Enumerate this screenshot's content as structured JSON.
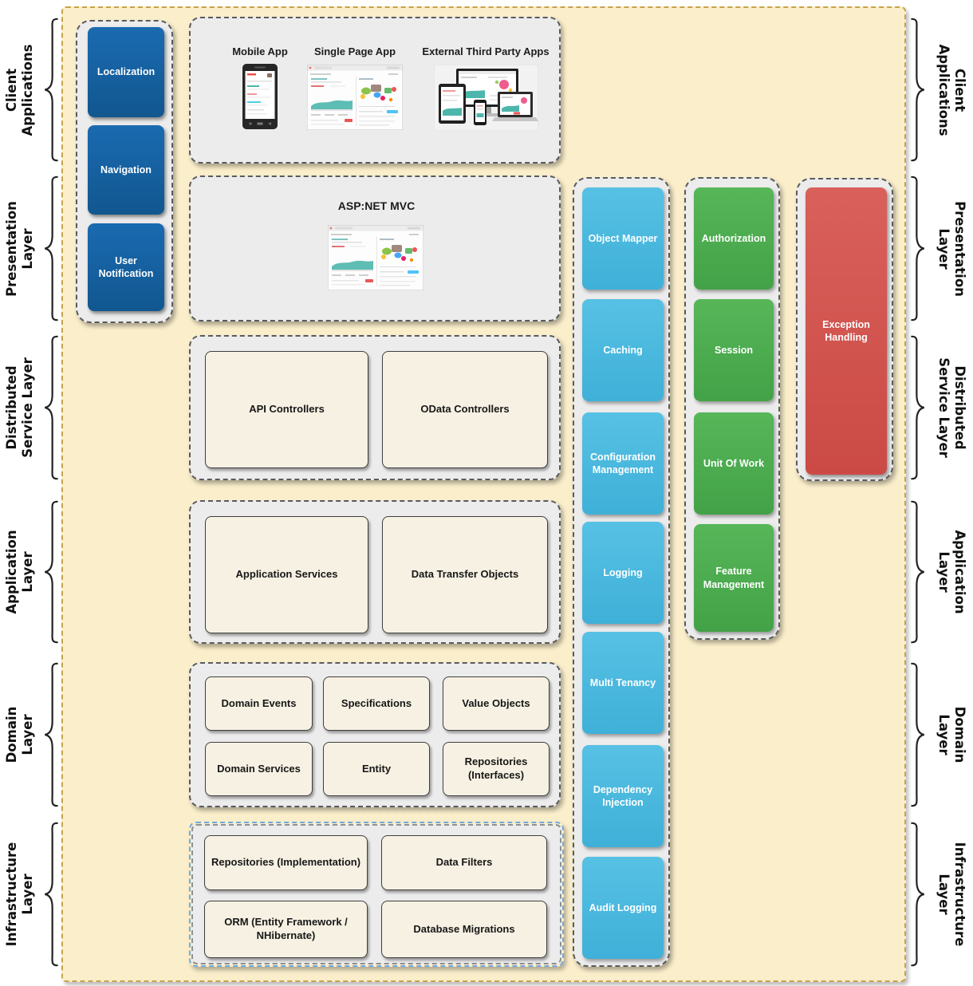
{
  "side_labels": [
    {
      "label": "Client\nApplications"
    },
    {
      "label": "Presentation\nLayer"
    },
    {
      "label": "Distributed\nService Layer"
    },
    {
      "label": "Application\nLayer"
    },
    {
      "label": "Domain\nLayer"
    },
    {
      "label": "Infrastructure\nLayer"
    }
  ],
  "sidebar": {
    "items": [
      {
        "label": "Localization"
      },
      {
        "label": "Navigation"
      },
      {
        "label": "User Notification"
      }
    ]
  },
  "client_apps": {
    "captions": [
      {
        "label": "Mobile App",
        "image": "mobile-phone-screenshot"
      },
      {
        "label": "Single Page App",
        "image": "dashboard-screenshot"
      },
      {
        "label": "External Third Party Apps",
        "image": "multi-device-screenshot"
      }
    ]
  },
  "presentation": {
    "title": "ASP:NET MVC",
    "image": "dashboard-screenshot"
  },
  "distributed_service": {
    "boxes": [
      {
        "label": "API Controllers"
      },
      {
        "label": "OData Controllers"
      }
    ]
  },
  "application_layer": {
    "boxes": [
      {
        "label": "Application Services"
      },
      {
        "label": "Data Transfer Objects"
      }
    ]
  },
  "domain_layer": {
    "boxes": [
      {
        "label": "Domain Events"
      },
      {
        "label": "Specifications"
      },
      {
        "label": "Value Objects"
      },
      {
        "label": "Domain Services"
      },
      {
        "label": "Entity"
      },
      {
        "label": "Repositories (Interfaces)"
      }
    ]
  },
  "infrastructure_layer": {
    "boxes": [
      {
        "label": "Repositories (Implementation)"
      },
      {
        "label": "Data Filters"
      },
      {
        "label": "ORM (Entity Framework / NHibernate)"
      },
      {
        "label": "Database Migrations"
      }
    ]
  },
  "cross_cutting": {
    "blue_boxes": [
      {
        "label": "Object Mapper"
      },
      {
        "label": "Caching"
      },
      {
        "label": "Configuration Management"
      },
      {
        "label": "Logging"
      },
      {
        "label": "Multi Tenancy"
      },
      {
        "label": "Dependency Injection"
      },
      {
        "label": "Audit Logging"
      }
    ],
    "green_boxes": [
      {
        "label": "Authorization"
      },
      {
        "label": "Session"
      },
      {
        "label": "Unit Of Work"
      },
      {
        "label": "Feature Management"
      }
    ],
    "red_boxes": [
      {
        "label": "Exception Handling"
      }
    ]
  },
  "colors": {
    "board_bg": "#FBEFCB",
    "board_border": "#C7A24B",
    "panel_bg": "#ECECEC",
    "panel_border": "#5A5A5A",
    "dark_blue": "#14609F",
    "cyan": "#4CBADF",
    "green": "#4CAE50",
    "red": "#D4534F",
    "cream_box": "#F7F1E3",
    "infrastructure_outline": "#74A9E0",
    "teal_accent": "#4DB6AC"
  }
}
